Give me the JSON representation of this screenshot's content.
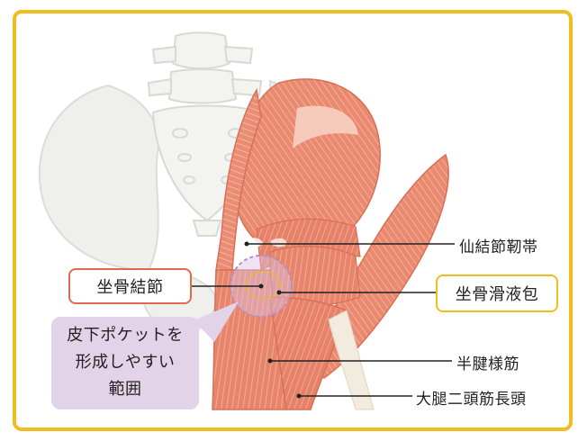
{
  "labels": {
    "sacrotuberous_ligament": "仙結節靭帯",
    "ischial_tuberosity": "坐骨結節",
    "ischial_bursa": "坐骨滑液包",
    "semitendinosus": "半腱様筋",
    "biceps_long_head": "大腿二頭筋長頭"
  },
  "callout": {
    "lines": [
      "皮下ポケットを",
      "形成しやすい",
      "範囲"
    ]
  },
  "colors": {
    "frame_border": "#f0bd1e",
    "background": "#fdf8e6",
    "bone": "#eeeeee",
    "muscle": "#e8826a",
    "muscle_light": "#f4b8a2",
    "callout_bg": "#e3d3e8",
    "tuberosity_box_border": "#e06a4e",
    "bursa_box_border": "#f0bd1e"
  },
  "icons": {
    "pelvis": "pelvis-bone-illustration",
    "spine": "lumbar-sacrum-illustration",
    "muscles": "hip-posterior-muscles-illustration"
  }
}
